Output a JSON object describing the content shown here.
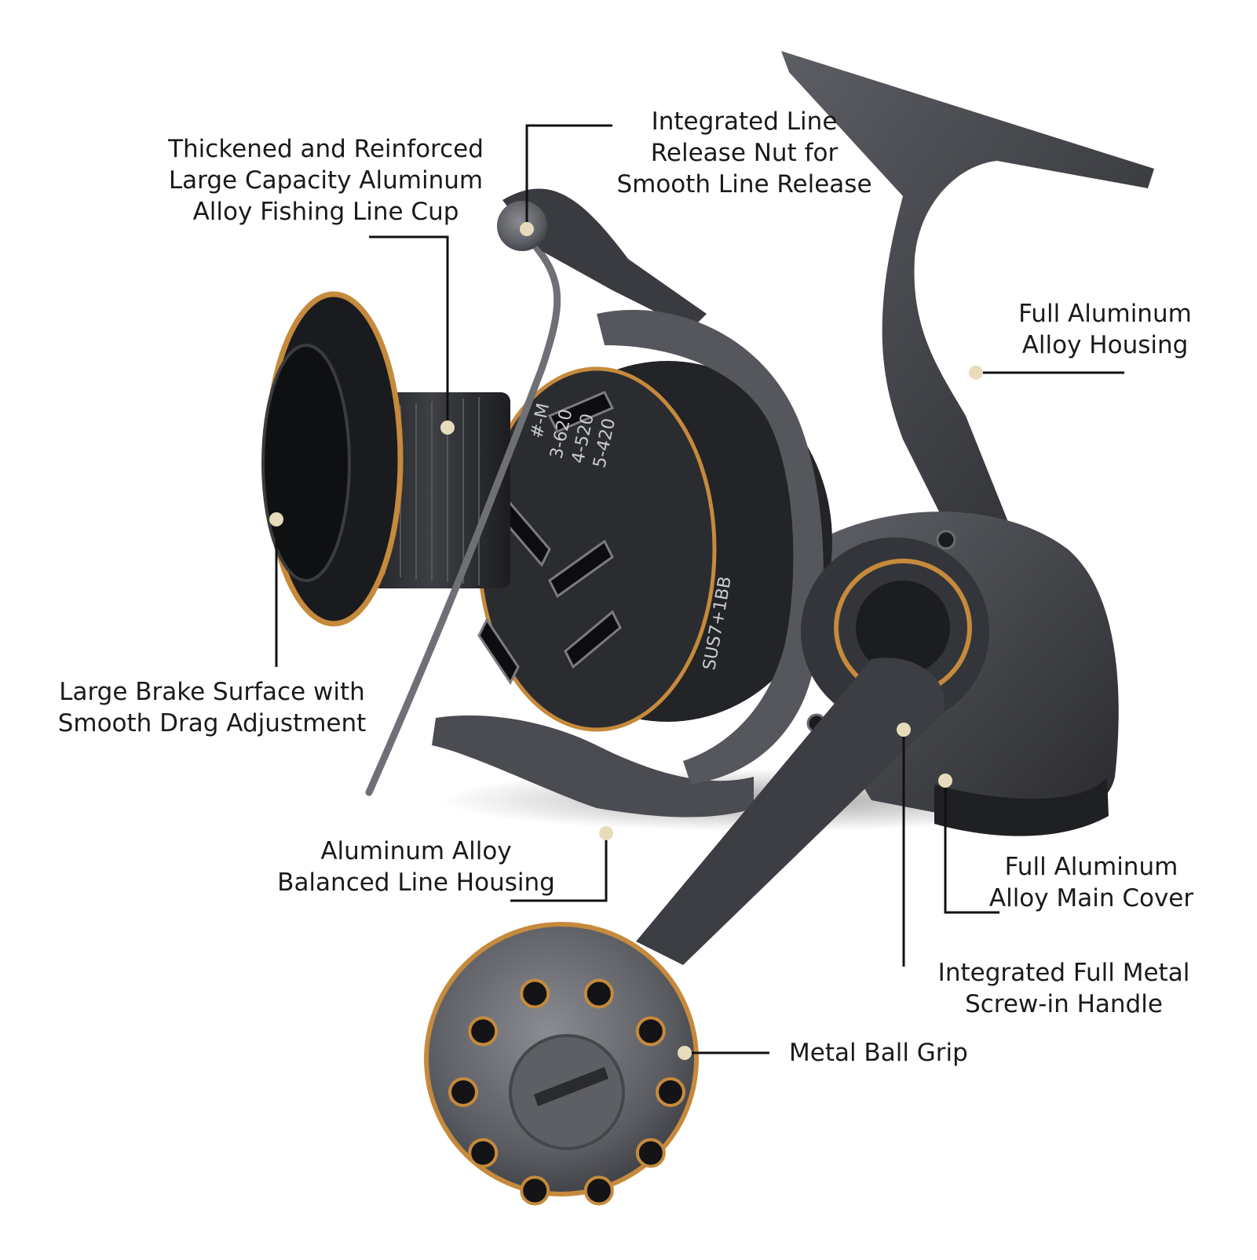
{
  "colors": {
    "leader_line": "#111111",
    "marker_dot": "#e6dcbc",
    "reel_dark": "#2c2d31",
    "reel_mid": "#4a4c52",
    "reel_light": "#7a7c82",
    "accent_gold": "#c68a3c"
  },
  "callouts": [
    {
      "id": "line-cup",
      "lines": [
        "Thickened and Reinforced",
        "Large Capacity Aluminum",
        "Alloy Fishing Line Cup"
      ]
    },
    {
      "id": "line-release-nut",
      "lines": [
        "Integrated Line",
        "Release Nut for",
        "Smooth Line Release"
      ]
    },
    {
      "id": "alloy-housing",
      "lines": [
        "Full Aluminum",
        "Alloy Housing"
      ]
    },
    {
      "id": "brake-surface",
      "lines": [
        "Large Brake Surface with",
        "Smooth Drag Adjustment"
      ]
    },
    {
      "id": "balanced-line-housing",
      "lines": [
        "Aluminum Alloy",
        "Balanced Line Housing"
      ]
    },
    {
      "id": "main-cover",
      "lines": [
        "Full Aluminum",
        "Alloy Main Cover"
      ]
    },
    {
      "id": "screw-in-handle",
      "lines": [
        "Integrated Full Metal",
        "Screw-in Handle"
      ]
    },
    {
      "id": "ball-grip",
      "lines": [
        "Metal Ball Grip"
      ]
    }
  ],
  "spool_markings": {
    "line1": "#-M",
    "line2": "3-620",
    "line3": "4-520",
    "line4": "5-420"
  },
  "body_marking": "SUS7+1BB"
}
